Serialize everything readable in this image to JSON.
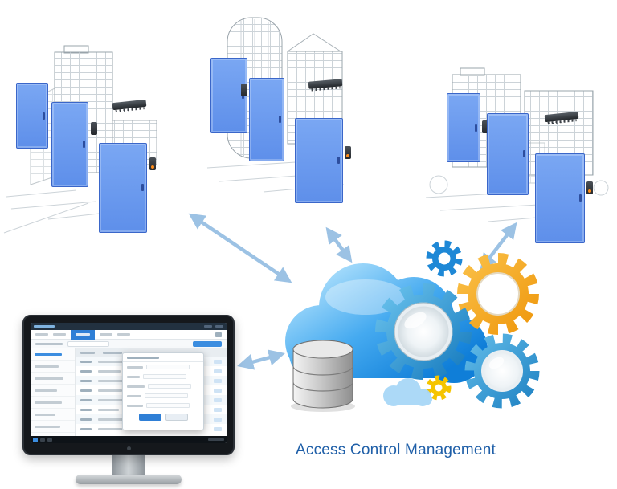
{
  "caption": {
    "text": "Access Control Management",
    "color": "#1f5fa8"
  },
  "palette": {
    "door_fill": "#699af0",
    "door_edge": "#3a66c9",
    "arrow": "#9cc2e4",
    "cloud_light": "#aee0fc",
    "cloud_dark": "#0f7ed8",
    "gear_blue": "#2596d1",
    "gear_orange": "#f7a81b",
    "gear_yellow": "#f5c400",
    "reader_led": "#ff8c1a",
    "database_silver": "#c9c9c9"
  },
  "diagram": {
    "nodes": [
      {
        "id": "site-1",
        "type": "building-cluster",
        "doors": 3,
        "readers": 2,
        "controllers": 1
      },
      {
        "id": "site-2",
        "type": "building-cluster",
        "doors": 3,
        "readers": 2,
        "controllers": 1
      },
      {
        "id": "site-3",
        "type": "building-cluster",
        "doors": 3,
        "readers": 2,
        "controllers": 1
      },
      {
        "id": "cloud-platform",
        "type": "cloud",
        "elements": [
          "database",
          "gears",
          "small-cloud"
        ]
      },
      {
        "id": "workstation",
        "type": "monitor",
        "screen": "access-control-software-ui"
      }
    ],
    "edges": [
      {
        "from": "site-1",
        "to": "cloud-platform",
        "bidirectional": true
      },
      {
        "from": "site-2",
        "to": "cloud-platform",
        "bidirectional": true
      },
      {
        "from": "site-3",
        "to": "cloud-platform",
        "bidirectional": true
      },
      {
        "from": "workstation",
        "to": "cloud-platform",
        "bidirectional": true
      }
    ]
  }
}
